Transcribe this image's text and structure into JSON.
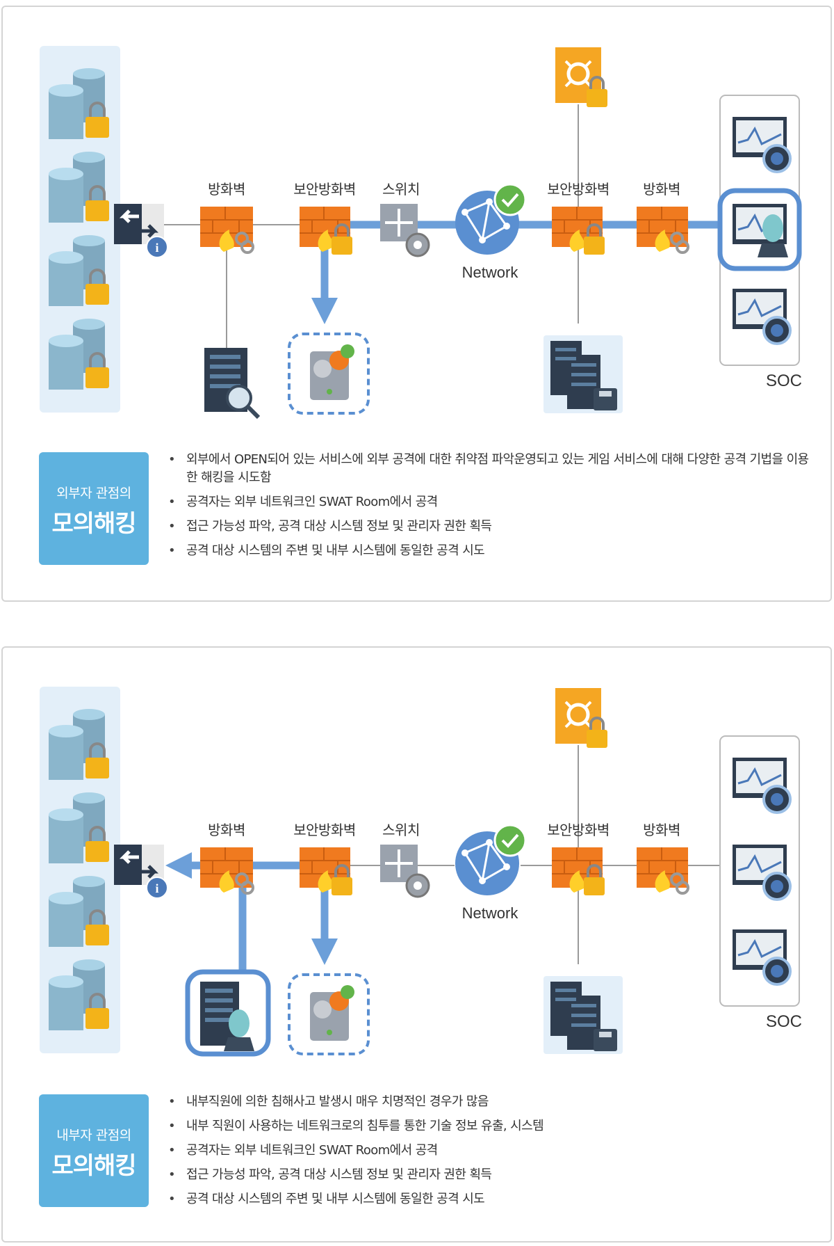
{
  "panels": [
    {
      "labels": {
        "firewall_left": "방화벽",
        "sec_firewall_left": "보안방화벽",
        "switch": "스위치",
        "network": "Network",
        "sec_firewall_right": "보안방화벽",
        "firewall_right": "방화벽",
        "soc": "SOC"
      },
      "badge": {
        "sub": "외부자 관점의",
        "main": "모의해킹"
      },
      "bullets": [
        "외부에서 OPEN되어 있는 서비스에 외부 공격에 대한 취약점 파악운영되고 있는 게임 서비스에 대해 다양한 공격 기법을 이용한 해킹을 시도함",
        "공격자는 외부 네트워크인 SWAT Room에서 공격",
        "접근 가능성 파악, 공격 대상 시스템 정보 및 관리자 권한 획득",
        "공격 대상 시스템의 주변 및 내부 시스템에 동일한 공격 시도"
      ]
    },
    {
      "labels": {
        "firewall_left": "방화벽",
        "sec_firewall_left": "보안방화벽",
        "switch": "스위치",
        "network": "Network",
        "sec_firewall_right": "보안방화벽",
        "firewall_right": "방화벽",
        "soc": "SOC"
      },
      "badge": {
        "sub": "내부자 관점의",
        "main": "모의해킹"
      },
      "bullets": [
        "내부직원에 의한 침해사고 발생시 매우 치명적인 경우가 많음",
        "내부 직원이 사용하는 네트워크로의 침투를 통한 기술 정보 유출, 시스템",
        "공격자는 외부 네트워크인 SWAT Room에서 공격",
        "접근 가능성 파악, 공격 대상 시스템 정보 및 관리자 권한 획득",
        "공격 대상 시스템의 주변 및 내부 시스템에 동일한 공격 시도"
      ]
    }
  ],
  "colors": {
    "accent": "#5eb2df",
    "path": "#6c9fd9",
    "firewall": "#f07a1f",
    "lock": "#f3b319",
    "panel_bg": "#e3eff9"
  }
}
